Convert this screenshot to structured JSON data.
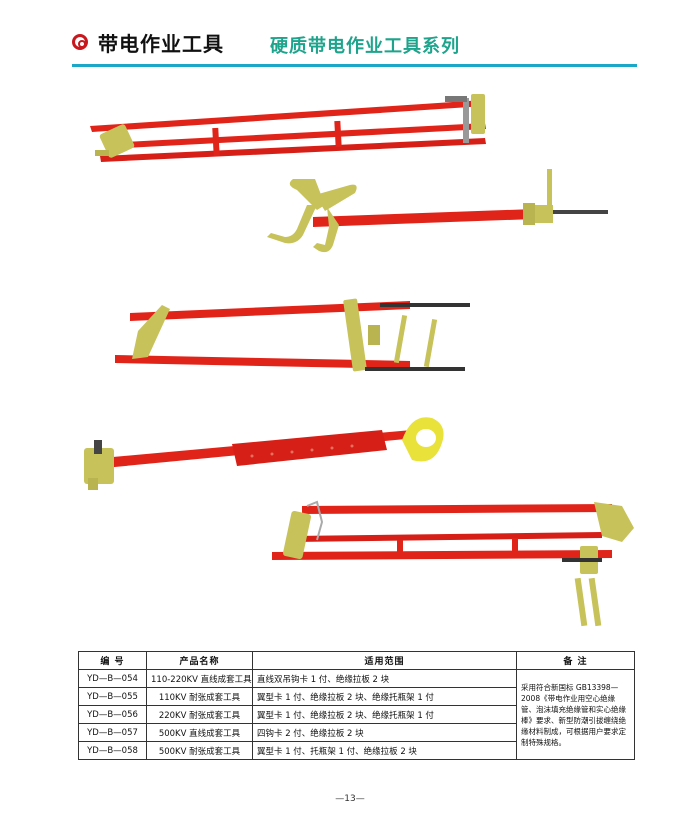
{
  "header": {
    "title": "带电作业工具",
    "subtitle": "硬质带电作业工具系列"
  },
  "colors": {
    "rod_red": "#e0241a",
    "clamp_yellow": "#c7c25a",
    "accent_teal": "#1ea48c",
    "rule_blue": "#1aa7c8",
    "icon_red": "#c8181e"
  },
  "icons": {
    "header_mark": "double-circle-icon"
  },
  "table": {
    "headers": {
      "code": "编  号",
      "name": "产品名称",
      "scope": "适用范围",
      "note": "备  注"
    },
    "rows": [
      {
        "code": "YD—B—054",
        "name": "110-220KV 直线成套工具",
        "scope": "直线双吊钩卡 1 付、绝缘拉板 2 块"
      },
      {
        "code": "YD—B—055",
        "name": "110KV 耐张成套工具",
        "scope": "翼型卡 1 付、绝缘拉板 2 块、绝缘托瓶架 1 付"
      },
      {
        "code": "YD—B—056",
        "name": "220KV 耐张成套工具",
        "scope": "翼型卡 1 付、绝缘拉板 2 块、绝缘托瓶架 1 付"
      },
      {
        "code": "YD—B—057",
        "name": "500KV 直线成套工具",
        "scope": "四钩卡 2 付、绝缘拉板 2 块"
      },
      {
        "code": "YD—B—058",
        "name": "500KV 耐张成套工具",
        "scope": "翼型卡 1 付、托瓶架 1 付、绝缘拉板 2 块"
      }
    ],
    "note": "采用符合新国标 GB13398—2008《带电作业用空心绝缘管、泡沫填充绝缘管和实心绝缘棒》要求、新型防潮引拔缠绕绝缘材料制成，可根据用户要求定制特殊规格。"
  },
  "page_number": "—13—"
}
